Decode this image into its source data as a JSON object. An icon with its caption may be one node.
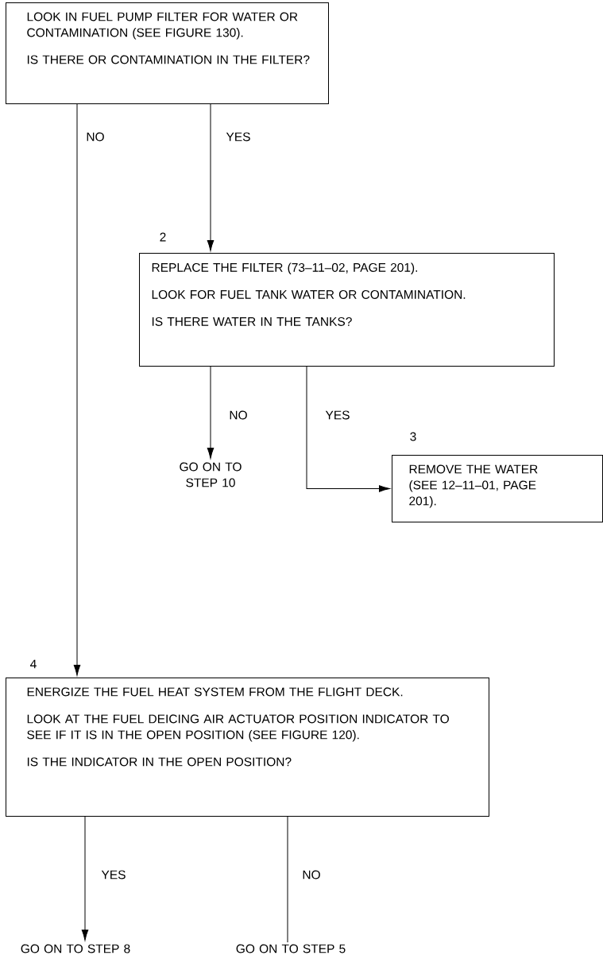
{
  "diagram": {
    "nodes": [
      {
        "text": [
          "LOOK IN FUEL PUMP FILTER FOR WATER OR CONTAMINATION (SEE FIGURE 130).",
          "IS THERE OR CONTAMINATION IN THE FILTER?"
        ]
      },
      {
        "text": [
          "REPLACE THE FILTER (73–11–02, PAGE 201).",
          "LOOK FOR FUEL TANK WATER OR CONTAMINATION.",
          "IS THERE WATER IN THE TANKS?"
        ],
        "beside": [
          "2"
        ]
      },
      {
        "text": [
          "GO ON TO STEP 10"
        ]
      },
      {
        "text": [
          "REMOVE THE WATER (SEE 12–11–01, PAGE 201)."
        ],
        "beside": [
          "3"
        ]
      },
      {
        "text": [
          "ENERGIZE THE FUEL HEAT SYSTEM FROM THE FLIGHT DECK.",
          "LOOK AT THE FUEL DEICING AIR ACTUATOR POSITION INDICATOR TO SEE IF IT IS IN THE OPEN POSITION (SEE FIGURE 120).",
          "IS THE INDICATOR IN THE OPEN POSITION?"
        ],
        "beside": [
          "4"
        ]
      },
      {
        "text": [
          "GO ON TO STEP 8"
        ]
      },
      {
        "text": [
          "GO ON TO STEP 5"
        ]
      }
    ],
    "edges": [
      {
        "from": 0,
        "to": 4,
        "arrow": "to",
        "label": "NO"
      },
      {
        "from": 0,
        "to": 1,
        "arrow": "to",
        "label": "YES"
      },
      {
        "from": 1,
        "to": 2,
        "arrow": "to",
        "label": "NO"
      },
      {
        "from": 1,
        "to": 3,
        "arrow": "to",
        "label": "YES"
      },
      {
        "from": 4,
        "to": 5,
        "arrow": "to",
        "label": "YES"
      },
      {
        "from": 4,
        "to": 6,
        "arrow": "none",
        "label": "NO"
      }
    ]
  }
}
